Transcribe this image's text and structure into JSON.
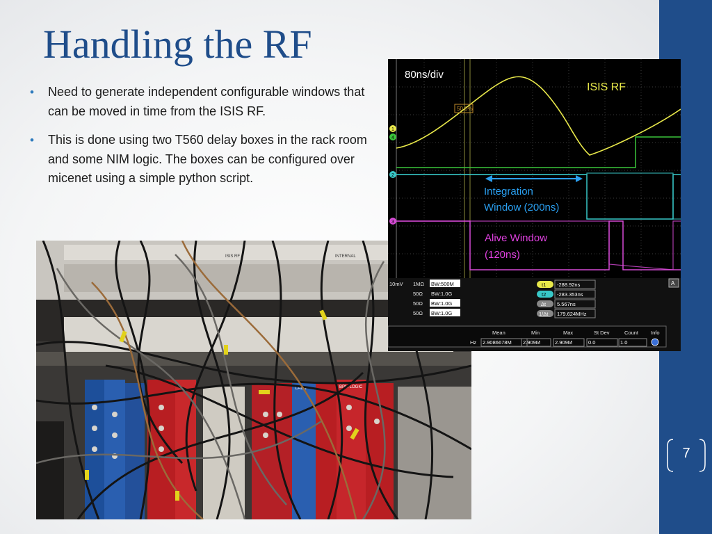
{
  "slide": {
    "title": "Handling the RF",
    "bullets": [
      "Need to generate independent configurable windows that can be moved in time from the ISIS RF.",
      "This is done using two T560 delay boxes in the rack room and some NIM logic. The boxes can be configured over micenet using a simple python script."
    ],
    "page_number": "7"
  },
  "oscilloscope": {
    "timebase": "80ns/div",
    "rf_label": "ISIS RF",
    "integration_label_line1": "Integration",
    "integration_label_line2": "Window (200ns)",
    "alive_label_line1": "Alive Window",
    "alive_label_line2": "(120ns)",
    "trigger_level": "50.0%",
    "channel_markers": [
      "1",
      "4",
      "2",
      "3"
    ],
    "channel_table": {
      "rows": [
        {
          "scale": "10mV",
          "imp": "1MΩ",
          "bw": "BW:500M"
        },
        {
          "scale": "",
          "imp": "50Ω",
          "bw": "BW:1.0G"
        },
        {
          "scale": "",
          "imp": "50Ω",
          "bw": "BW:1.0G"
        },
        {
          "scale": "",
          "imp": "50Ω",
          "bw": "BW:1.0G"
        }
      ]
    },
    "cursors": [
      {
        "tag": "t1",
        "value": "-288.92ns"
      },
      {
        "tag": "t2",
        "value": "-283.353ns"
      },
      {
        "tag": "Δt",
        "value": "5.567ns"
      },
      {
        "tag": "1/Δt",
        "value": "179.624MHz"
      }
    ],
    "stats_headers": [
      "Mean",
      "Min",
      "Max",
      "St Dev",
      "Count",
      "Info"
    ],
    "stats_values": [
      "Hz",
      "2.9086678M",
      "2.909M",
      "2.909M",
      "0.0",
      "1.0"
    ],
    "corner_button": "A",
    "colors": {
      "ch1": "#e8e84a",
      "ch2": "#38c8c8",
      "ch3": "#d64ad6",
      "ch4": "#3ac43a",
      "annotation_blue": "#2a9ff0",
      "annotation_magenta": "#e040e0"
    }
  },
  "photo": {
    "rack_labels": [
      "ISIS RF",
      "BPM LOGIC",
      "CAEN",
      "INTERNAL"
    ]
  }
}
